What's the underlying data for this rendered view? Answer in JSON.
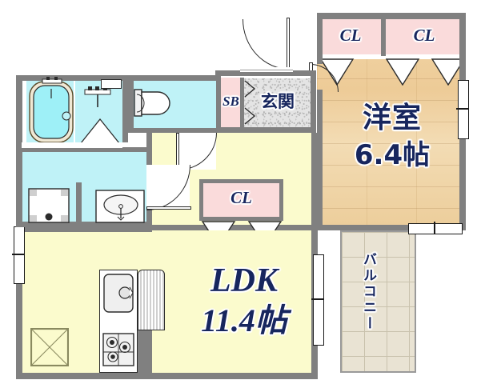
{
  "plan": {
    "title": "apartment-floor-plan",
    "rooms": [
      {
        "id": "closet-top-left",
        "label": "CL",
        "type": "closet"
      },
      {
        "id": "closet-top-right",
        "label": "CL",
        "type": "closet"
      },
      {
        "id": "closet-mid",
        "label": "CL",
        "type": "closet"
      },
      {
        "id": "shoe-box",
        "label": "SB",
        "type": "shoe-box"
      },
      {
        "id": "entrance",
        "label": "玄関",
        "type": "genkan"
      },
      {
        "id": "bedroom",
        "label": "洋室",
        "size": "6.4帖",
        "type": "western-room"
      },
      {
        "id": "living",
        "label": "LDK",
        "size": "11.4帖",
        "type": "living-dining-kitchen"
      },
      {
        "id": "balcony",
        "label": "バルコニー",
        "type": "balcony"
      }
    ],
    "colors": {
      "wall": "#808080",
      "text": "#17265e",
      "closet_fill": "#fadbdb",
      "ldk_fill": "#fbfbcd",
      "water_fill": "#bff2f7",
      "wood_fill": "#eccd9a",
      "balcony_fill": "#e9e3d3",
      "tile_fill": "#e4e4e4"
    },
    "fixtures": [
      {
        "id": "bathtub",
        "name": "bathtub"
      },
      {
        "id": "shower-faucet",
        "name": "shower-faucet"
      },
      {
        "id": "toilet",
        "name": "toilet"
      },
      {
        "id": "washbasin",
        "name": "washbasin"
      },
      {
        "id": "washer-pan",
        "name": "washing-machine-pan"
      },
      {
        "id": "kitchen-sink",
        "name": "kitchen-sink"
      },
      {
        "id": "gas-stove",
        "name": "gas-stove"
      },
      {
        "id": "pipe-shaft",
        "name": "pipe-shaft"
      }
    ]
  }
}
